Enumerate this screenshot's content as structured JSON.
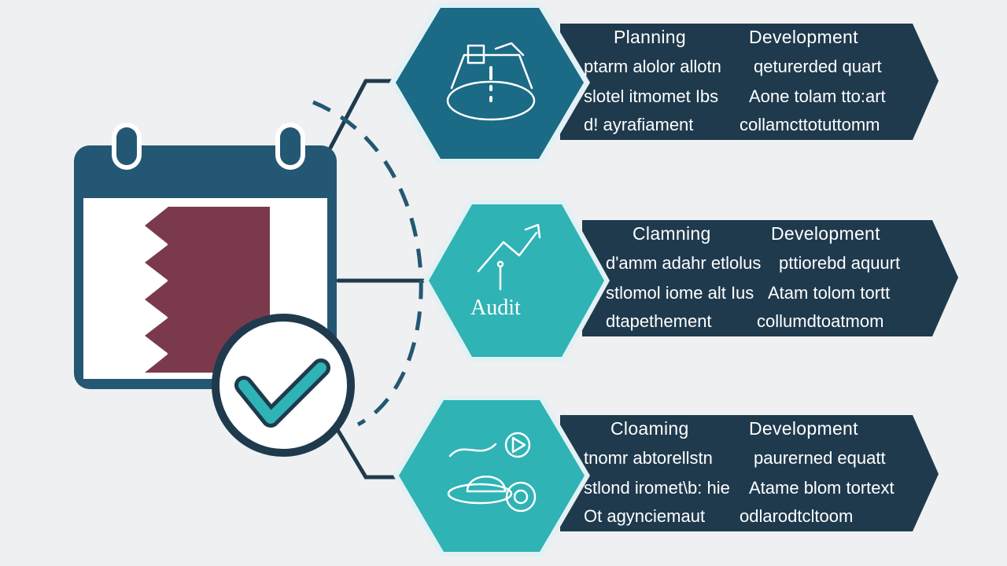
{
  "diagram": {
    "colors": {
      "background": "#eef0f1",
      "navy": "#1f3a4d",
      "teal_dark": "#1b6a86",
      "teal": "#2fb3b5",
      "maroon": "#7b3a4c",
      "calendar_blue": "#245773",
      "white": "#ffffff"
    },
    "calendar": {
      "icon": "calendar-icon",
      "flag_icon": "qatar-flag-icon",
      "check_icon": "checkmark-icon"
    },
    "hexagons": [
      {
        "icon": "planning-construction-icon",
        "label": ""
      },
      {
        "icon": "growth-arrow-icon",
        "label": "Audit"
      },
      {
        "icon": "media-play-icon",
        "label": ""
      }
    ],
    "cards": [
      {
        "heading_left": "Planning",
        "heading_right": "Development",
        "lines": [
          {
            "left": "ptarm alolor allotn",
            "right": "qeturerded quart"
          },
          {
            "left": "slotel itmomet Ibs",
            "right": "Aone tolam tto:art"
          },
          {
            "left": "d! ayrafiament",
            "right": "collamcttotuttomm"
          }
        ]
      },
      {
        "heading_left": "Clamning",
        "heading_right": "Development",
        "lines": [
          {
            "left": "d'amm adahr etlolus",
            "right": "pttiorebd aquurt"
          },
          {
            "left": "stlomol iome alt Ius",
            "right": "Atam tolom tortt"
          },
          {
            "left": "dtapethement",
            "right": "collumdtoatmom"
          }
        ]
      },
      {
        "heading_left": "Cloaming",
        "heading_right": "Development",
        "lines": [
          {
            "left": "tnomr abtorellstn",
            "right": "paurerned equatt"
          },
          {
            "left": "stlond iromet\\b: hie",
            "right": "Atame blom tortext"
          },
          {
            "left": "Ot agynciemaut",
            "right": "odlarodtcltoom"
          }
        ]
      }
    ]
  }
}
